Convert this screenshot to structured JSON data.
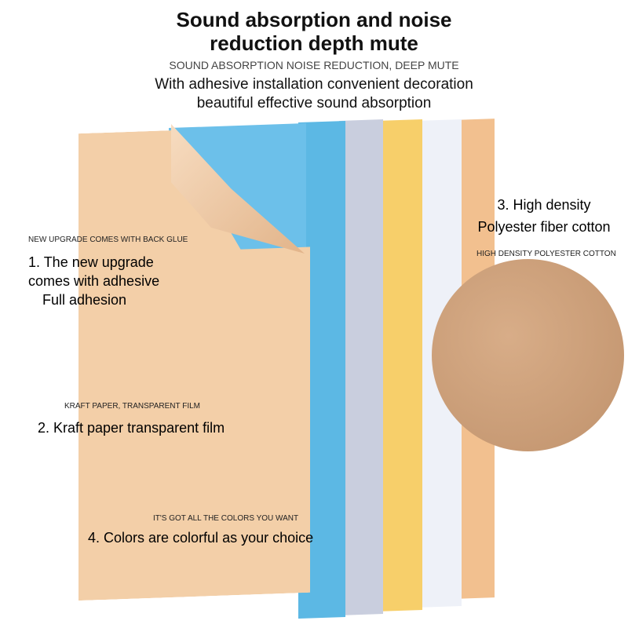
{
  "header": {
    "title_line1": "Sound absorption and noise",
    "title_line2": "reduction depth mute",
    "subtitle": "SOUND ABSORPTION NOISE REDUCTION, DEEP MUTE",
    "desc_line1": "With adhesive installation convenient decoration",
    "desc_line2": "beautiful effective sound absorption"
  },
  "features": [
    {
      "small": "NEW UPGRADE COMES WITH BACK GLUE",
      "line1": "1. The new upgrade",
      "line2": "comes with adhesive",
      "line3": "Full adhesion"
    },
    {
      "small": "KRAFT PAPER, TRANSPARENT FILM",
      "line1": "2. Kraft paper transparent film"
    },
    {
      "line1": "3. High density",
      "line2": "Polyester fiber cotton",
      "small": "HIGH DENSITY POLYESTER COTTON"
    },
    {
      "small": "IT'S GOT ALL THE COLORS YOU WANT",
      "line1": "4. Colors are colorful as your choice"
    }
  ],
  "colors": {
    "beige": "#f3cfa8",
    "blue": "#5cb8e4",
    "gray": "#c9cede",
    "yellow": "#f7cf6a",
    "white": "#eef1f8",
    "tan": "#f2c08f"
  }
}
